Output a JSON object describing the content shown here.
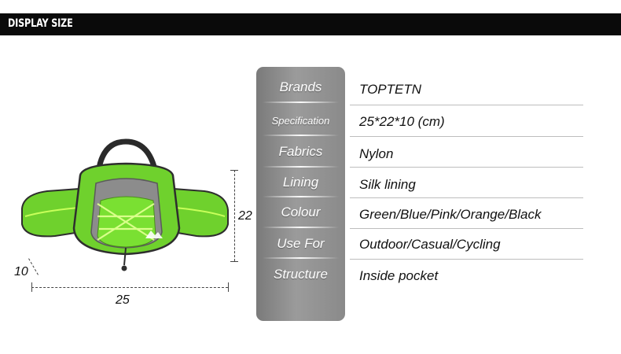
{
  "header": {
    "title": "DISPLAY SIZE"
  },
  "dimensions": {
    "depth": "10",
    "height": "22",
    "width": "25"
  },
  "specs": [
    {
      "label": "Brands",
      "value": "TOPTETN"
    },
    {
      "label": "Specification",
      "value": "25*22*10 (cm)"
    },
    {
      "label": "Fabrics",
      "value": "Nylon"
    },
    {
      "label": "Lining",
      "value": "Silk lining"
    },
    {
      "label": "Colour",
      "value": "Green/Blue/Pink/Orange/Black"
    },
    {
      "label": "Use For",
      "value": "Outdoor/Casual/Cycling"
    },
    {
      "label": "Structure",
      "value": "Inside pocket"
    }
  ],
  "colors": {
    "bag_green": "#6fd12d",
    "bag_grey": "#8c8c8c",
    "header_bg": "#0a0a0a"
  }
}
